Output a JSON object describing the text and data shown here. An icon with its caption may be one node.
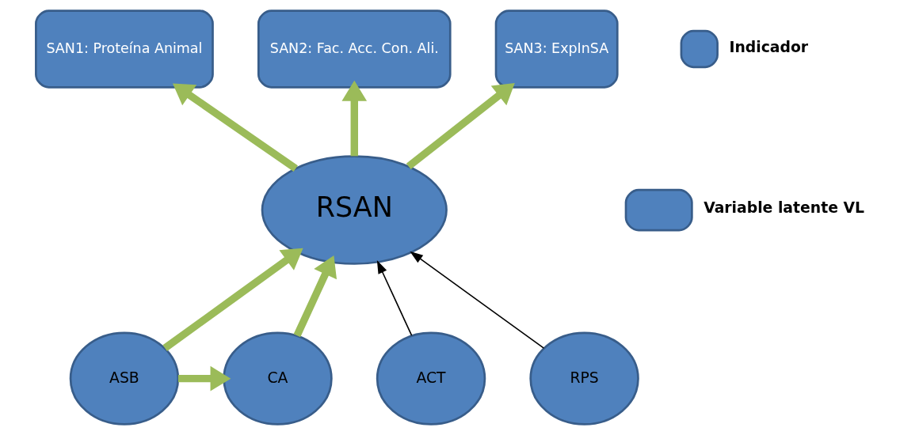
{
  "diagram": {
    "nodes": [
      {
        "text": [
          "SAN1: Proteína Animal"
        ]
      },
      {
        "text": [
          "SAN2: Fac. Acc. Con. Ali."
        ]
      },
      {
        "text": [
          "SAN3: ExpInSA"
        ]
      },
      {
        "text": [
          "RSAN"
        ]
      },
      {
        "text": [
          "ASB"
        ]
      },
      {
        "text": [
          "ACT"
        ]
      },
      {
        "text": [
          "CA"
        ]
      },
      {
        "text": [
          "RPS"
        ]
      }
    ],
    "edges": [
      {
        "from": 3,
        "to": 0,
        "arrow": "to"
      },
      {
        "from": 3,
        "to": 1,
        "arrow": "to"
      },
      {
        "from": 3,
        "to": 2,
        "arrow": "to"
      },
      {
        "from": 4,
        "to": 3,
        "arrow": "to"
      },
      {
        "from": 5,
        "to": 3,
        "arrow": "to",
        "color": "#000000"
      },
      {
        "from": 6,
        "to": 3,
        "arrow": "to"
      },
      {
        "from": 7,
        "to": 3,
        "arrow": "to",
        "color": "#000000"
      },
      {
        "from": 4,
        "to": 6,
        "arrow": "to"
      }
    ],
    "legend": [
      {
        "text": "Indicador"
      },
      {
        "text": "Variable latente VL"
      }
    ]
  }
}
